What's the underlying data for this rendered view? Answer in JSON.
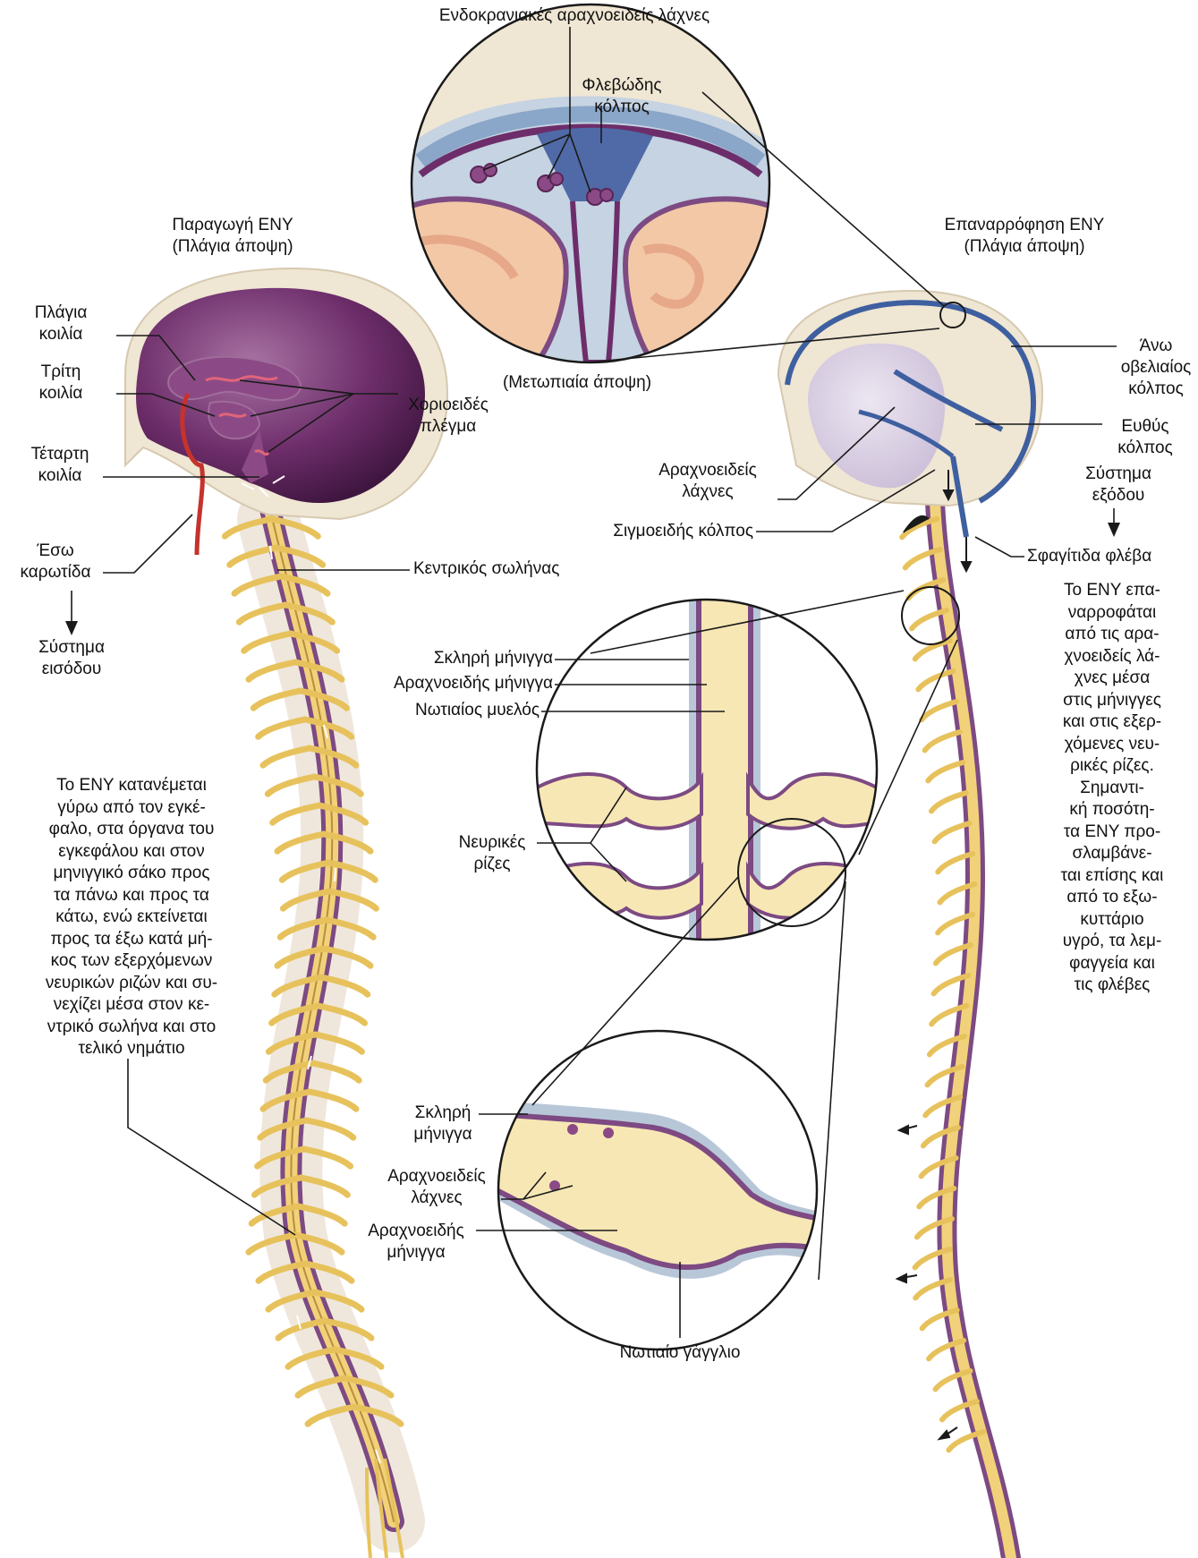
{
  "colors": {
    "skull": "#efe6d3",
    "brain_purple": "#6d2d6a",
    "ventricle": "#8b4a85",
    "spinal_cord": "#f1d27a",
    "meninges_blue": "#8aa6c8",
    "dura": "#b8c7d8",
    "vein": "#3e5fa0",
    "artery": "#c5332c",
    "csf_yellow": "#f7e7b5",
    "line": "#1a1a1a"
  },
  "labels": {
    "top_title": "Ενδοκρανιακές αραχνοειδείς λάχνες",
    "venous_sinus": "Φλεβώδης\nκόλπος",
    "frontal_view": "(Μετωπιαία άποψη)",
    "production_title": "Παραγωγή ΕΝΥ\n(Πλάγια άποψη)",
    "reabsorption_title": "Επαναρρόφηση ΕΝΥ\n(Πλάγια άποψη)",
    "lateral_ventricle": "Πλάγια\nκοιλία",
    "third_ventricle": "Τρίτη\nκοιλία",
    "choroid_plexus": "Χοριοειδές\nπλέγμα",
    "fourth_ventricle": "Τέταρτη\nκοιλία",
    "internal_carotid": "Έσω\nκαρωτίδα",
    "input_system": "Σύστημα\nεισόδου",
    "central_canal": "Κεντρικός σωλήνας",
    "superior_sagittal_sinus": "Άνω\nοβελιαίος\nκόλπος",
    "straight_sinus": "Ευθύς\nκόλπος",
    "output_system": "Σύστημα\nεξόδου",
    "arachnoid_villi": "Αραχνοειδείς\nλάχνες",
    "sigmoid_sinus": "Σιγμοειδής κόλπος",
    "jugular_vein": "Σφαγίτιδα φλέβα",
    "dura_mater": "Σκληρή μήνιγγα",
    "arachnoid_mater": "Αραχνοειδής μήνιγγα",
    "spinal_cord": "Νωτιαίος μυελός",
    "nerve_roots": "Νευρικές\nρίζες",
    "dura_mater_2": "Σκληρή\nμήνιγγα",
    "arachnoid_villi_2": "Αραχνοειδείς\nλάχνες",
    "arachnoid_mater_2": "Αραχνοειδής\nμήνιγγα",
    "spinal_ganglion": "Νωτιαίο γάγγλιο"
  },
  "paragraphs": {
    "left": "Το ΕΝΥ κατανέμεται\nγύρω από τον εγκέ-\nφαλο, στα όργανα του\nεγκεφάλου και στον\nμηνιγγικό σάκο προς\nτα πάνω και προς τα\nκάτω, ενώ εκτείνεται\nπρος τα έξω κατά μή-\nκος των εξερχόμενων\nνευρικών ριζών και συ-\nνεχίζει μέσα στον κε-\nντρικό σωλήνα και στο\nτελικό νημάτιο",
    "right": "Το ΕΝΥ επα-\nναρροφάται\nαπό τις αρα-\nχνοειδείς λά-\nχνες μέσα\nστις μήνιγγες\nκαι στις εξερ-\nχόμενες νευ-\nρικές ρίζες.\nΣημαντι-\nκή ποσότη-\nτα ΕΝΥ προ-\nσλαμβάνε-\nται επίσης και\nαπό το εξω-\nκυττάριο\nυγρό, τα λεμ-\nφαγγεία και\nτις φλέβες"
  }
}
